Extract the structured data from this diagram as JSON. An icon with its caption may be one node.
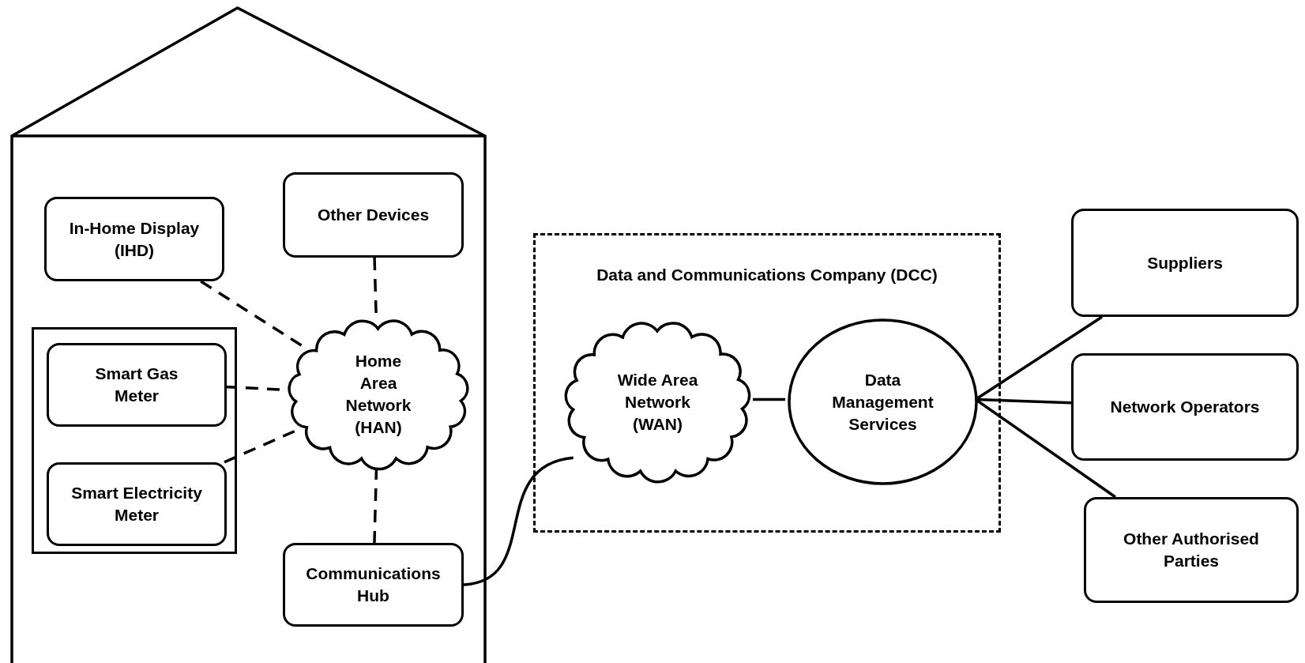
{
  "diagram": {
    "nodes": [
      {
        "text": [],
        "shape": "house"
      },
      {
        "text": [
          "In-Home Display (IHD)"
        ],
        "in": 0
      },
      {
        "text": [
          "Other Devices"
        ],
        "in": 0
      },
      {
        "text": [],
        "shape": "box",
        "in": 0
      },
      {
        "text": [
          "Smart Gas Meter"
        ],
        "in": 3
      },
      {
        "text": [
          "Smart Electricity Meter"
        ],
        "in": 3
      },
      {
        "text": [
          "Home Area Network (HAN)"
        ],
        "in": 0
      },
      {
        "text": [
          "Communications Hub"
        ],
        "in": 0
      },
      {
        "text": [
          "Data and Communications Company (DCC)"
        ]
      },
      {
        "text": [
          "Wide Area Network (WAN)"
        ],
        "in": 8
      },
      {
        "text": [
          "Data Management Services"
        ],
        "in": 8
      },
      {
        "text": [
          "Suppliers"
        ]
      },
      {
        "text": [
          "Network Operators"
        ]
      },
      {
        "text": [
          "Other Authorised Parties"
        ]
      }
    ],
    "edges": [
      {
        "from": 1,
        "to": 6,
        "arrow": "none",
        "style": "dashed"
      },
      {
        "from": 2,
        "to": 6,
        "arrow": "none",
        "style": "dashed"
      },
      {
        "from": 4,
        "to": 6,
        "arrow": "none",
        "style": "dashed"
      },
      {
        "from": 5,
        "to": 6,
        "arrow": "none",
        "style": "dashed"
      },
      {
        "from": 6,
        "to": 7,
        "arrow": "none",
        "style": "dashed"
      },
      {
        "from": 7,
        "to": 9,
        "arrow": "none"
      },
      {
        "from": 9,
        "to": 10,
        "arrow": "none"
      },
      {
        "from": 10,
        "to": 11,
        "arrow": "none"
      },
      {
        "from": 10,
        "to": 12,
        "arrow": "none"
      },
      {
        "from": 10,
        "to": 13,
        "arrow": "none"
      }
    ]
  }
}
